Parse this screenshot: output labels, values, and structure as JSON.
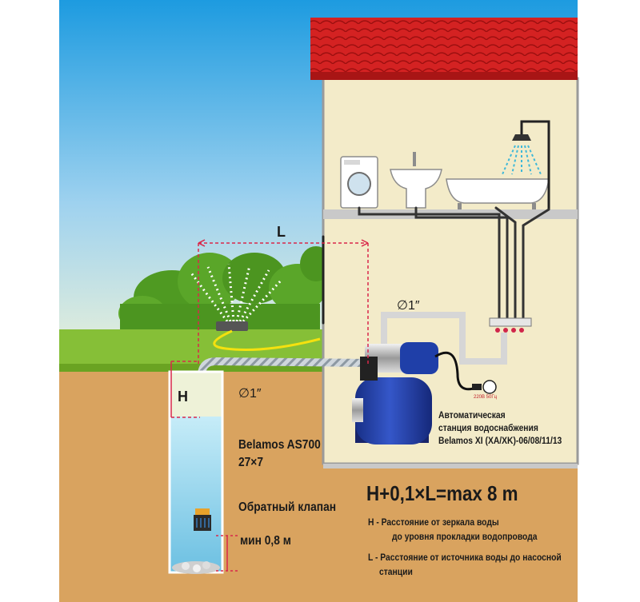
{
  "labels": {
    "distance_L": "L",
    "height_H": "H",
    "pipe_diameter_station": "∅1″",
    "pipe_diameter_well": "∅1″",
    "hose_name": "Belamos AS700",
    "hose_spec": "27×7",
    "check_valve": "Обратный клапан",
    "min_depth": "мин 0,8 м",
    "power_spec": "220В 50Гц",
    "station_line1": "Автоматическая",
    "station_line2": "станция водоснабжения",
    "station_line3": "Belamos XI (XA/XK)-06/08/11/13"
  },
  "formula": "H+0,1×L=max 8 m",
  "legend": {
    "h_line1": "H - Расстояние от зеркала воды",
    "h_line2": "до уровня прокладки водопровода",
    "l_line1": "L - Расстояние от источника воды до насосной",
    "l_line2": "станции"
  },
  "colors": {
    "sky_top": "#1d9be0",
    "sky_bottom": "#e9f2da",
    "ground": "#d9a35f",
    "grass": "#7bb52e",
    "house_wall": "#f3ebc9",
    "roof": "#cc1f1f",
    "pump_blue": "#1f3fa8",
    "well_water": "#8fd0ea",
    "dimension_red": "#d9284a"
  }
}
